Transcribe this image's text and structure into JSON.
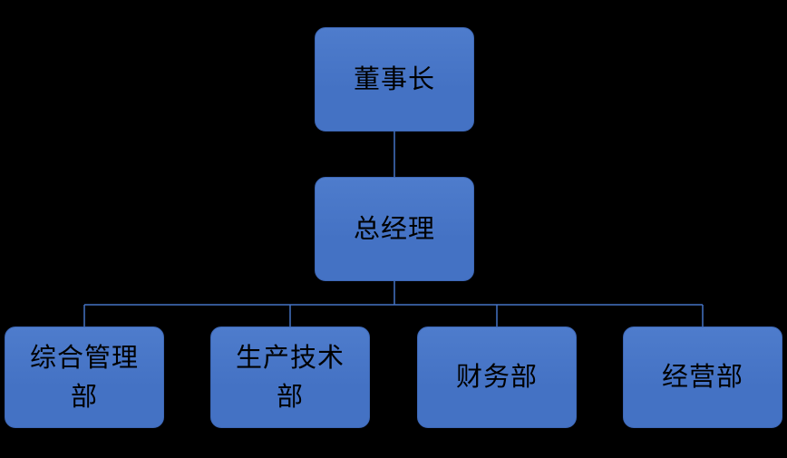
{
  "colors": {
    "background": "#000000",
    "node_fill": "#4472C4",
    "node_fill_light": "#4e7ccc",
    "node_border": "#3d67b5",
    "node_text": "#000000",
    "connector": "#4472C4"
  },
  "org_chart": {
    "type": "org-chart",
    "chairman": {
      "label": "董事长"
    },
    "general_manager": {
      "label": "总经理"
    },
    "departments": [
      {
        "label": "综合管理部"
      },
      {
        "label": "生产技术部"
      },
      {
        "label": "财务部"
      },
      {
        "label": "经营部"
      }
    ]
  }
}
